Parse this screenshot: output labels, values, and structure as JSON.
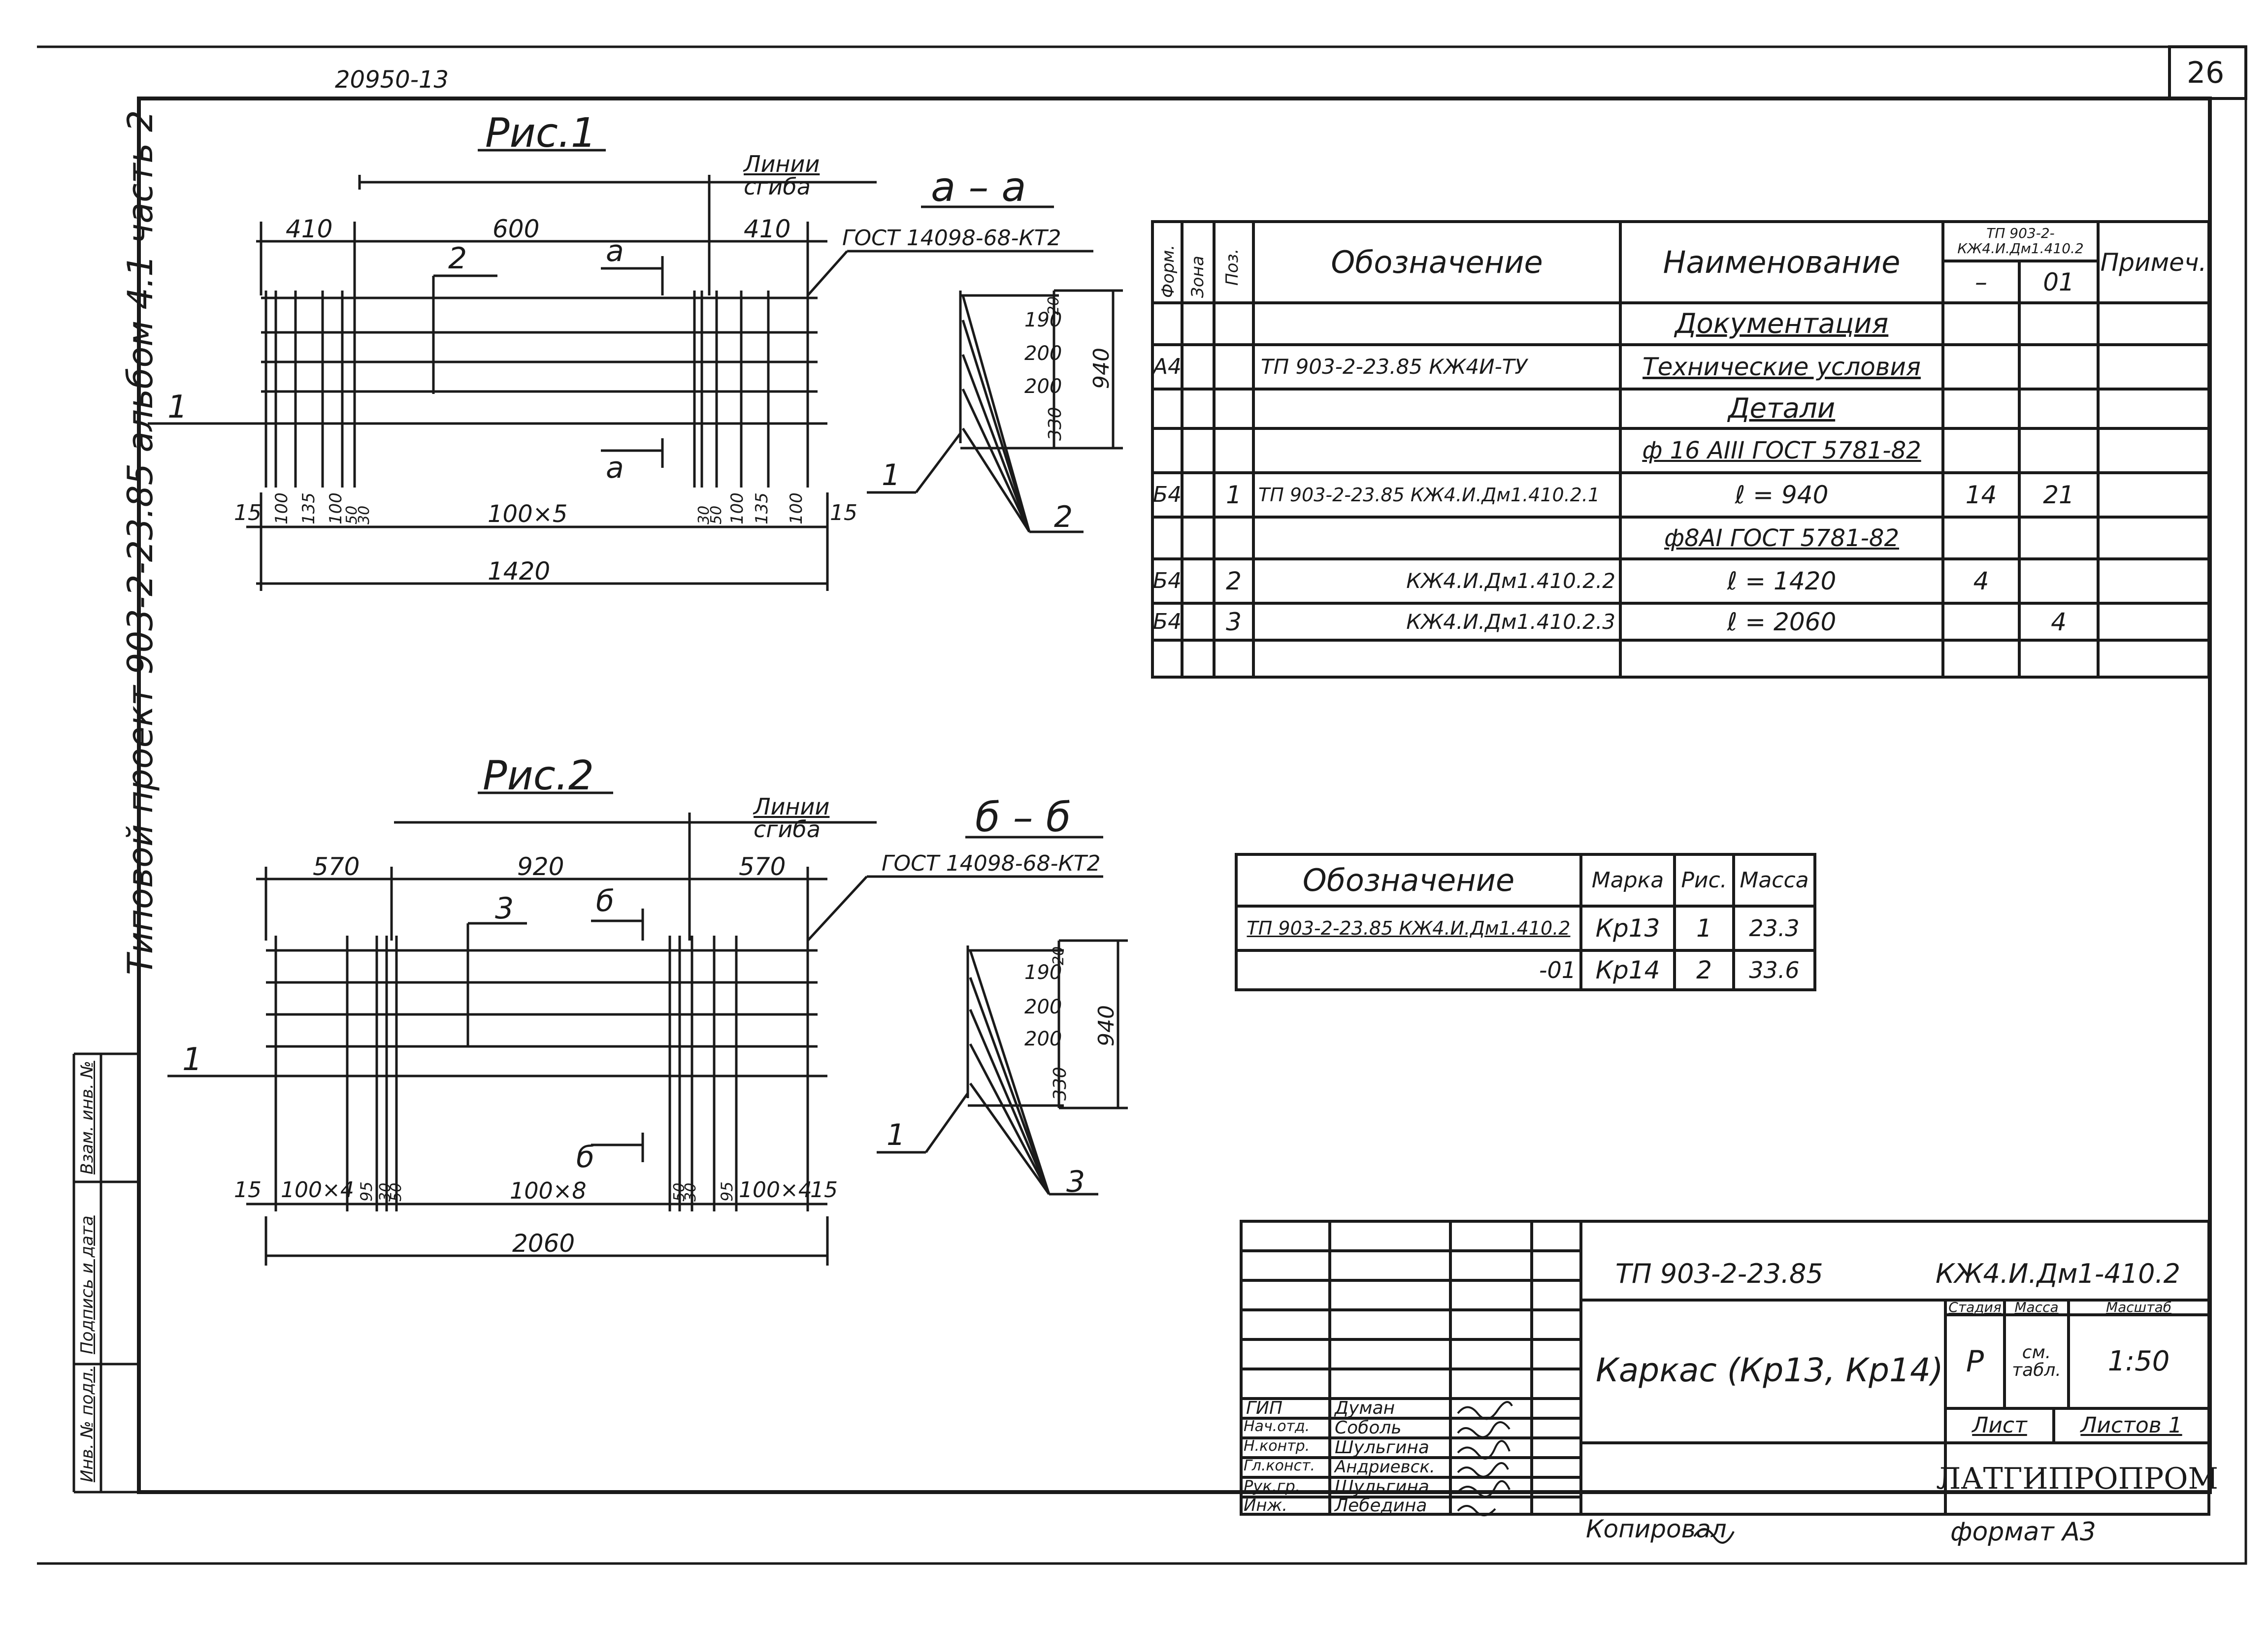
{
  "sheet": {
    "doc_code": "20950-13",
    "sheet_no": "26",
    "side_label": "Типовой   проект 903-2-23.85   альбом 4.1  часть 2",
    "copied_by": "Копировал",
    "format": "формат А3"
  },
  "left_strip": {
    "labels": [
      "Инв. № подл.",
      "Подпись и дата",
      "Взам. инв. №"
    ]
  },
  "fig1": {
    "title": "Рис.1",
    "bend_line": [
      "Линии",
      "сгиба"
    ],
    "gost": "ГОСТ 14098-68-КТ2",
    "section_mark": "а",
    "section_title": "а  –  а",
    "top_dims": [
      "410",
      "600",
      "410"
    ],
    "bottom_dims": [
      "15",
      "100",
      "135",
      "100",
      "50",
      "30",
      "100×5",
      "30",
      "50",
      "100",
      "135",
      "100",
      "15"
    ],
    "total": "1420",
    "pos_left": "1",
    "pos_bar": "2",
    "sec_dims": [
      "20",
      "190",
      "200",
      "200",
      "330"
    ],
    "sec_total": "940",
    "sec_pos1": "1",
    "sec_pos2": "2"
  },
  "fig2": {
    "title": "Рис.2",
    "bend_line": [
      "Линии",
      "сгиба"
    ],
    "gost": "ГОСТ 14098-68-КТ2",
    "section_mark": "б",
    "section_title": "б  –  б",
    "top_dims": [
      "570",
      "920",
      "570"
    ],
    "bottom_dims": [
      "15",
      "100×4",
      "95",
      "30",
      "50",
      "100×8",
      "50",
      "30",
      "95",
      "100×4",
      "15"
    ],
    "total": "2060",
    "pos_left": "1",
    "pos_bar": "3",
    "sec_dims": [
      "20",
      "190",
      "200",
      "200",
      "330"
    ],
    "sec_total": "940",
    "sec_pos1": "1",
    "sec_pos2": "3"
  },
  "spec": {
    "headers": {
      "format": "Форм.",
      "zone": "Зона",
      "pos": "Поз.",
      "designation": "Обозначение",
      "name": "Наименование",
      "qty_group": "ТП 903-2-  КЖ4.И.Дм1.410.2",
      "qty_a": "–",
      "qty_b": "01",
      "note": "Примеч."
    },
    "rows": [
      {
        "format": "",
        "pos": "",
        "designation": "",
        "name": "Документация",
        "qa": "",
        "qb": ""
      },
      {
        "format": "А4",
        "pos": "",
        "designation": "ТП 903-2-23.85   КЖ4И-ТУ",
        "name": "Технические условия",
        "qa": "",
        "qb": ""
      },
      {
        "format": "",
        "pos": "",
        "designation": "",
        "name": "Детали",
        "qa": "",
        "qb": ""
      },
      {
        "format": "",
        "pos": "",
        "designation": "",
        "name": "ф 16 АIII ГОСТ 5781-82",
        "qa": "",
        "qb": ""
      },
      {
        "format": "Б4",
        "pos": "1",
        "designation": "ТП 903-2-23.85 КЖ4.И.Дм1.410.2.1",
        "name": "ℓ = 940",
        "qa": "14",
        "qb": "21"
      },
      {
        "format": "",
        "pos": "",
        "designation": "",
        "name": "ф8АI   ГОСТ  5781-82",
        "qa": "",
        "qb": ""
      },
      {
        "format": "Б4",
        "pos": "2",
        "designation": "КЖ4.И.Дм1.410.2.2",
        "name": "ℓ = 1420",
        "qa": "4",
        "qb": ""
      },
      {
        "format": "Б4",
        "pos": "3",
        "designation": "КЖ4.И.Дм1.410.2.3",
        "name": "ℓ = 2060",
        "qa": "",
        "qb": "4"
      },
      {
        "format": "",
        "pos": "",
        "designation": "",
        "name": "",
        "qa": "",
        "qb": ""
      }
    ]
  },
  "mass_table": {
    "headers": [
      "Обозначение",
      "Марка",
      "Рис.",
      "Масса"
    ],
    "rows": [
      [
        "ТП 903-2-23.85 КЖ4.И.Дм1.410.2",
        "Кр13",
        "1",
        "23.3"
      ],
      [
        "-01",
        "Кр14",
        "2",
        "33.6"
      ]
    ]
  },
  "title_block": {
    "project": "ТП 903-2-23.85",
    "code": "КЖ4.И.Дм1-410.2",
    "name": "Каркас (Кр13, Кр14)",
    "stage_h": "Стадия",
    "mass_h": "Масса",
    "scale_h": "Масштаб",
    "stage": "Р",
    "mass": "см. табл.",
    "scale": "1:50",
    "sheet_h": "Лист",
    "sheets_h": "Листов 1",
    "org": "ЛАТГИПРОПРОМ",
    "signers": [
      {
        "role": "ГИП",
        "name": "Думан"
      },
      {
        "role": "Нач.отд.",
        "name": "Соболь"
      },
      {
        "role": "Н.контр.",
        "name": "Шульгина"
      },
      {
        "role": "Гл.конст.",
        "name": "Андриевск."
      },
      {
        "role": "Рук.гр.",
        "name": "Шульгина"
      },
      {
        "role": "Инж.",
        "name": "Лебедина"
      }
    ]
  }
}
